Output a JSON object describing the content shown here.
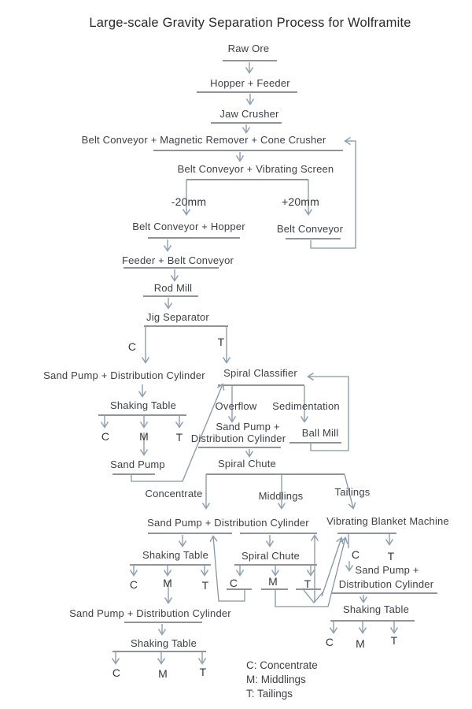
{
  "title": "Large-scale Gravity Separation Process for Wolframite",
  "nodes": {
    "raw_ore": "Raw Ore",
    "hopper_feeder": "Hopper + Feeder",
    "jaw_crusher": "Jaw Crusher",
    "belt_magnetic_cone": "Belt Conveyor + Magnetic Remover + Cone Crusher",
    "belt_vibrating_screen": "Belt Conveyor + Vibrating Screen",
    "minus_20mm": "-20mm",
    "plus_20mm": "+20mm",
    "belt_conveyor_hopper": "Belt Conveyor + Hopper",
    "belt_conveyor": "Belt Conveyor",
    "feeder_belt_conveyor": "Feeder + Belt Conveyor",
    "rod_mill": "Rod Mill",
    "jig_separator": "Jig Separator",
    "sand_pump_distribution_cylinder": "Sand Pump + Distribution Cylinder",
    "spiral_classifier": "Spiral Classifier",
    "shaking_table": "Shaking Table",
    "overflow": "Overflow",
    "sedimentation": "Sedimentation",
    "sand_pump_plus": "Sand Pump +",
    "distribution_cylinder": "Distribution Cylinder",
    "ball_mill": "Ball Mill",
    "sand_pump": "Sand Pump",
    "spiral_chute": "Spiral Chute",
    "concentrate": "Concentrate",
    "middlings": "Middlings",
    "tailings": "Tailings",
    "vibrating_blanket_machine": "Vibrating Blanket Machine"
  },
  "labels": {
    "c": "C",
    "m": "M",
    "t": "T"
  },
  "legend": [
    "C: Concentrate",
    "M: Middlings",
    "T: Tailings"
  ]
}
